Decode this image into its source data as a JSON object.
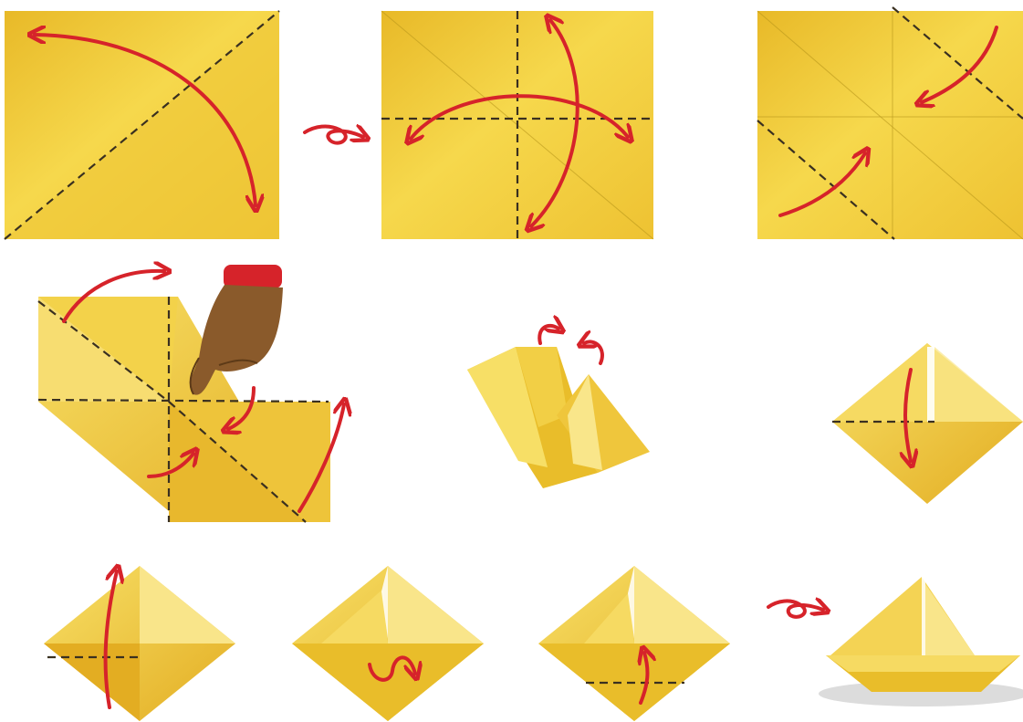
{
  "diagram": {
    "steps": [
      {
        "id": 1,
        "icon": "paper-square-diagonal-fold"
      },
      {
        "id": 2,
        "icon": "paper-square-cross-fold"
      },
      {
        "id": 3,
        "icon": "paper-square-corner-folds"
      },
      {
        "id": 4,
        "icon": "hand-pressing-center"
      },
      {
        "id": 5,
        "icon": "collapsing-form"
      },
      {
        "id": 6,
        "icon": "diamond-fold-down"
      },
      {
        "id": 7,
        "icon": "diamond-fold-up"
      },
      {
        "id": 8,
        "icon": "diamond-tuck"
      },
      {
        "id": 9,
        "icon": "diamond-fold-bottom"
      },
      {
        "id": 10,
        "icon": "finished-paper-boat"
      }
    ],
    "colors": {
      "paper_light": "#f4d54a",
      "paper_mid": "#e9bd2a",
      "paper_dark": "#d9a11a",
      "paper_pale": "#f7e07a",
      "arrow_red": "#d6232a",
      "fold_line": "#3a3020",
      "hand_skin": "#8a5a2b",
      "cuff_red": "#d6232a",
      "shadow": "#dcdcdc"
    }
  }
}
